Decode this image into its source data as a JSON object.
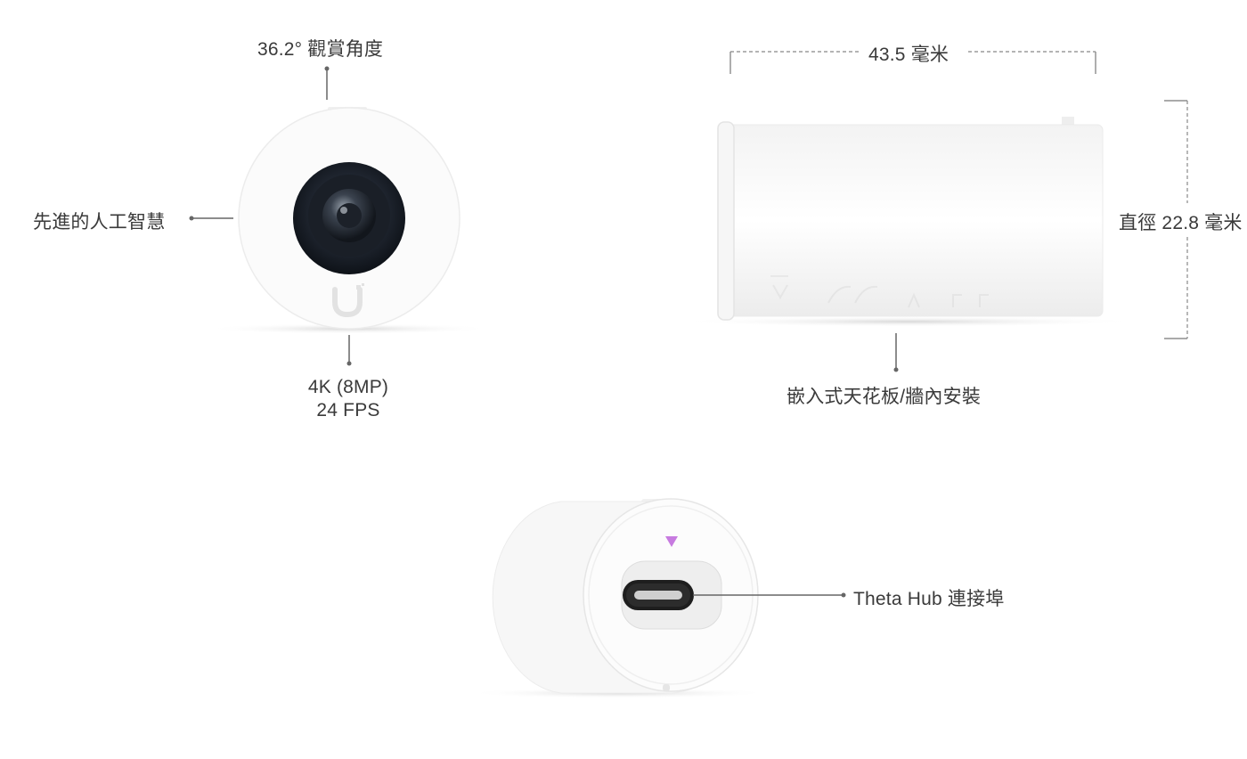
{
  "front_view": {
    "angle_label": "36.2° 觀賞角度",
    "ai_label": "先進的人工智慧",
    "resolution_line1": "4K (8MP)",
    "resolution_line2": "24 FPS"
  },
  "side_view": {
    "length_label": "43.5 毫米",
    "diameter_label": "直徑 22.8 毫米",
    "mount_label": "嵌入式天花板/牆內安裝"
  },
  "rear_view": {
    "port_label": "Theta Hub 連接埠"
  },
  "colors": {
    "callout_line": "#555555",
    "indicator": "#c77be0",
    "lens": "#1d2430"
  }
}
